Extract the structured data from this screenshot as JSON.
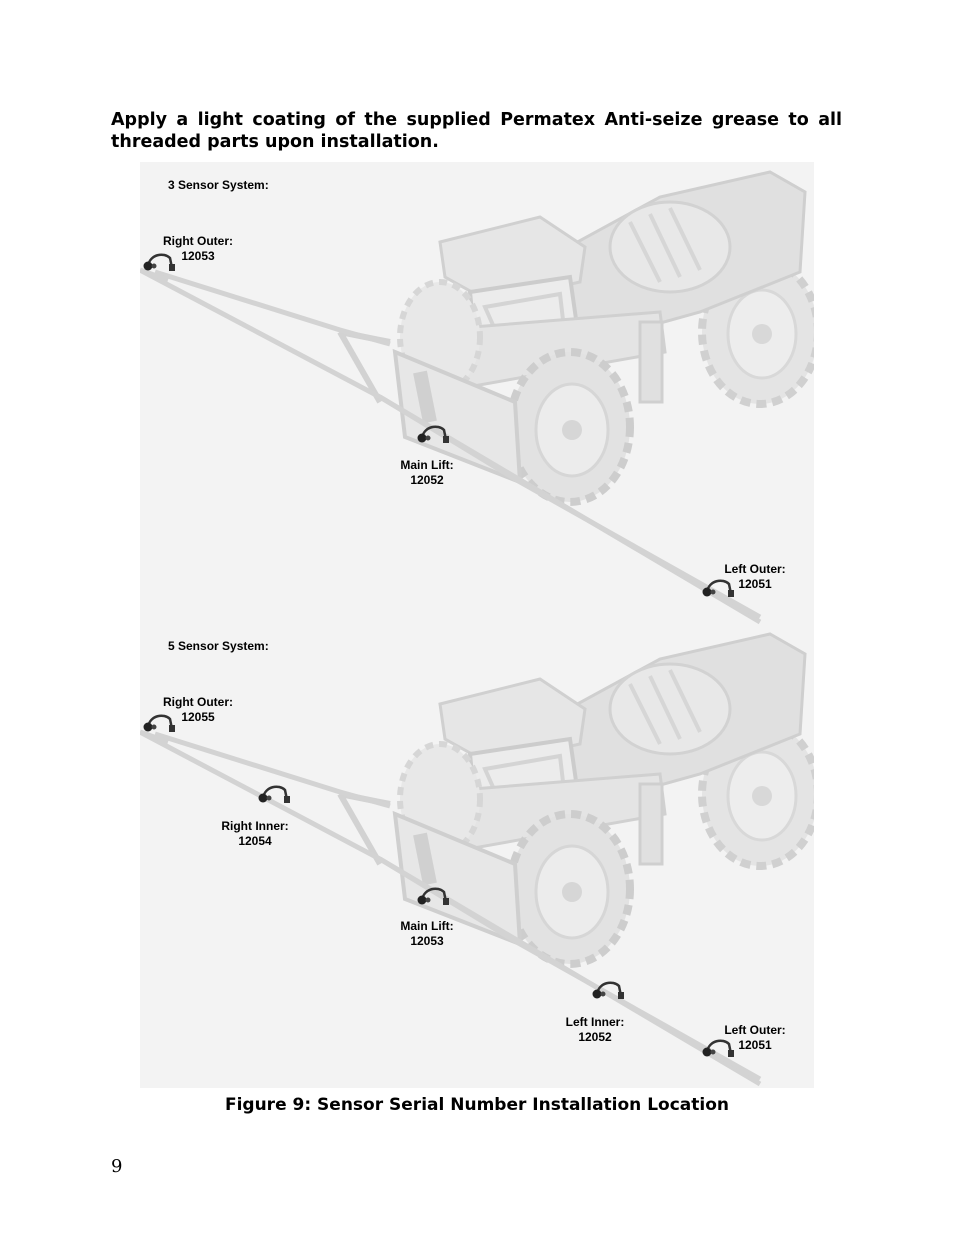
{
  "instruction": "Apply a light coating of the supplied Permatex Anti-seize grease to all threaded parts upon installation.",
  "figure": {
    "panels": [
      {
        "title": "3 Sensor System:",
        "sensors": [
          {
            "name": "Right Outer:",
            "serial": "12053"
          },
          {
            "name": "Main Lift:",
            "serial": "12052"
          },
          {
            "name": "Left Outer:",
            "serial": "12051"
          }
        ]
      },
      {
        "title": "5 Sensor System:",
        "sensors": [
          {
            "name": "Right Outer:",
            "serial": "12055"
          },
          {
            "name": "Right Inner:",
            "serial": "12054"
          },
          {
            "name": "Main Lift:",
            "serial": "12053"
          },
          {
            "name": "Left Inner:",
            "serial": "12052"
          },
          {
            "name": "Left Outer:",
            "serial": "12051"
          }
        ]
      }
    ],
    "caption": "Figure 9: Sensor Serial Number Installation Location"
  },
  "page_number": "9"
}
